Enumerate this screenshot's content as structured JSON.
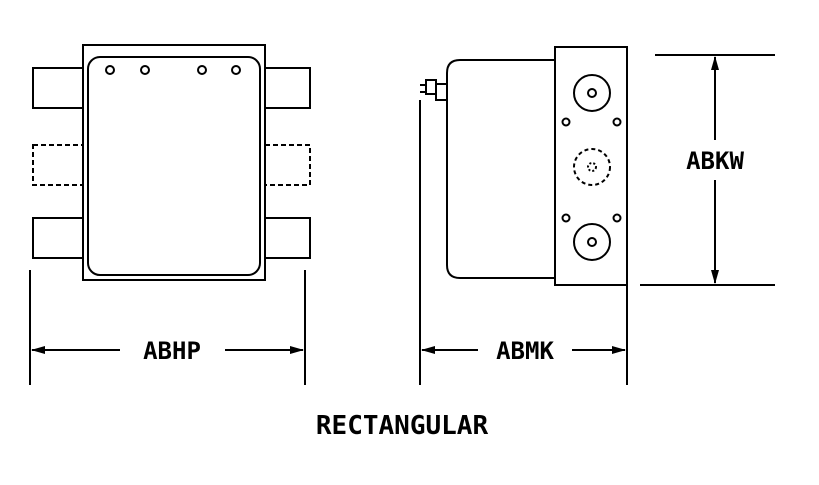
{
  "dimensions": {
    "width_label": "ABHP",
    "depth_label": "ABMK",
    "height_label": "ABKW"
  },
  "caption": "RECTANGULAR",
  "colors": {
    "ink": "#000000",
    "paper": "#ffffff"
  }
}
